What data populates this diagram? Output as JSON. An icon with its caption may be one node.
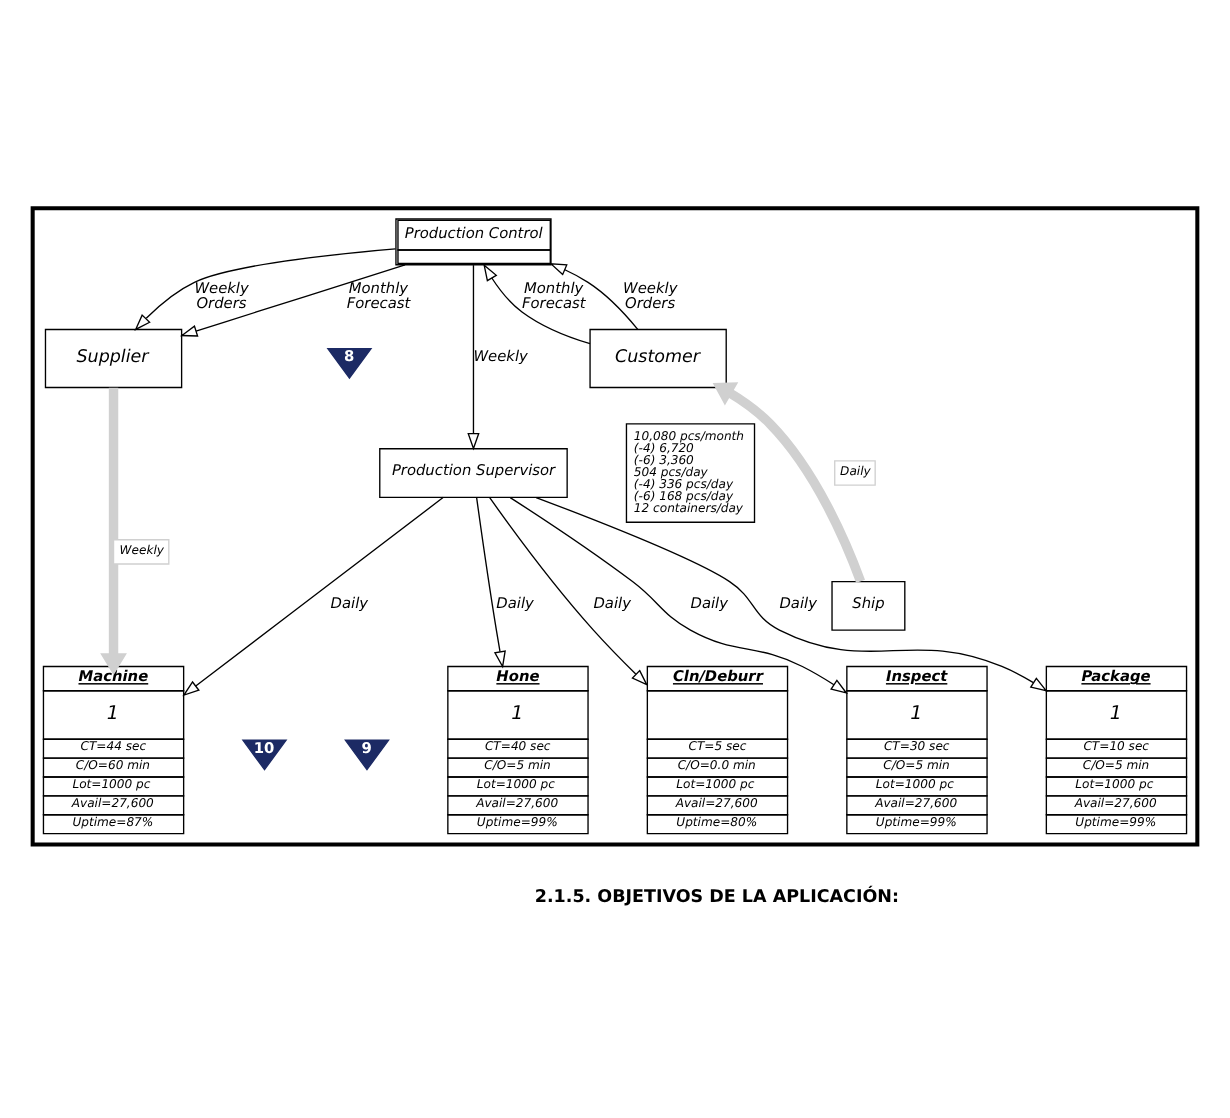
{
  "diagram": {
    "nodes": [
      {
        "text": [],
        "shape": "box"
      },
      {
        "text": [
          "Supplier"
        ],
        "in": 0
      },
      {
        "text": [
          "Production Control"
        ],
        "in": 0
      },
      {
        "text": [
          "Customer"
        ],
        "in": 0
      },
      {
        "text": [
          "10,080 pcs/month",
          "(-4) 6,720",
          "(-6) 3,360",
          "504 pcs/day",
          "(-4) 336 pcs/day",
          "(-6) 168 pcs/day",
          "12 containers/day"
        ],
        "in": 0
      },
      {
        "text": [
          "Production Supervisor"
        ],
        "in": 0
      },
      {
        "text": [
          "Ship"
        ],
        "in": 0
      },
      {
        "text": [
          "Machine",
          "1",
          "CT=44 sec",
          "C/O=60 min",
          "Lot=1000 pc",
          "Avail=27,600",
          "Uptime=87%"
        ],
        "in": 0
      },
      {
        "text": [
          "Hone",
          "1",
          "CT=40 sec",
          "C/O=5 min",
          "Lot=1000 pc",
          "Avail=27,600",
          "Uptime=99%"
        ],
        "in": 0
      },
      {
        "text": [
          "Cln/Deburr",
          "CT=5 sec",
          "C/O=0.0 min",
          "Lot=1000 pc",
          "Avail=27,600",
          "Uptime=80%"
        ],
        "in": 0
      },
      {
        "text": [
          "Inspect",
          "1",
          "CT=30 sec",
          "C/O=5 min",
          "Lot=1000 pc",
          "Avail=27,600",
          "Uptime=99%"
        ],
        "in": 0
      },
      {
        "text": [
          "Package",
          "1",
          "CT=10 sec",
          "C/O=5 min",
          "Lot=1000 pc",
          "Avail=27,600",
          "Uptime=99%"
        ],
        "in": 0
      }
    ],
    "edges": [
      {
        "from": 2,
        "to": 1,
        "arrow": "to",
        "label": "Monthly Forecast"
      },
      {
        "from": 2,
        "to": 1,
        "arrow": "to",
        "label": "Weekly Orders"
      },
      {
        "from": 3,
        "to": 2,
        "arrow": "to",
        "label": "Monthly Forecast"
      },
      {
        "from": 3,
        "to": 2,
        "arrow": "to",
        "label": "Weekly Orders"
      },
      {
        "from": 2,
        "to": 5,
        "arrow": "to",
        "label": "Weekly"
      },
      {
        "from": 5,
        "to": 7,
        "arrow": "to",
        "label": "Daily"
      },
      {
        "from": 5,
        "to": 8,
        "arrow": "to",
        "label": "Daily"
      },
      {
        "from": 5,
        "to": 9,
        "arrow": "to",
        "label": "Daily"
      },
      {
        "from": 5,
        "to": 10,
        "arrow": "to",
        "label": "Daily"
      },
      {
        "from": 5,
        "to": 11,
        "arrow": "to",
        "label": "Daily"
      },
      {
        "from": 1,
        "to": 7,
        "arrow": "to",
        "label": "Weekly",
        "style": "thick",
        "color": "#d0d0d0"
      },
      {
        "from": 6,
        "to": 3,
        "arrow": "to",
        "label": "Daily",
        "style": "thick",
        "color": "#d0d0d0"
      }
    ],
    "labels": [
      "8",
      "10",
      "9",
      "2.1.5. OBJETIVOS DE LA APLICACIÓN:"
    ]
  }
}
